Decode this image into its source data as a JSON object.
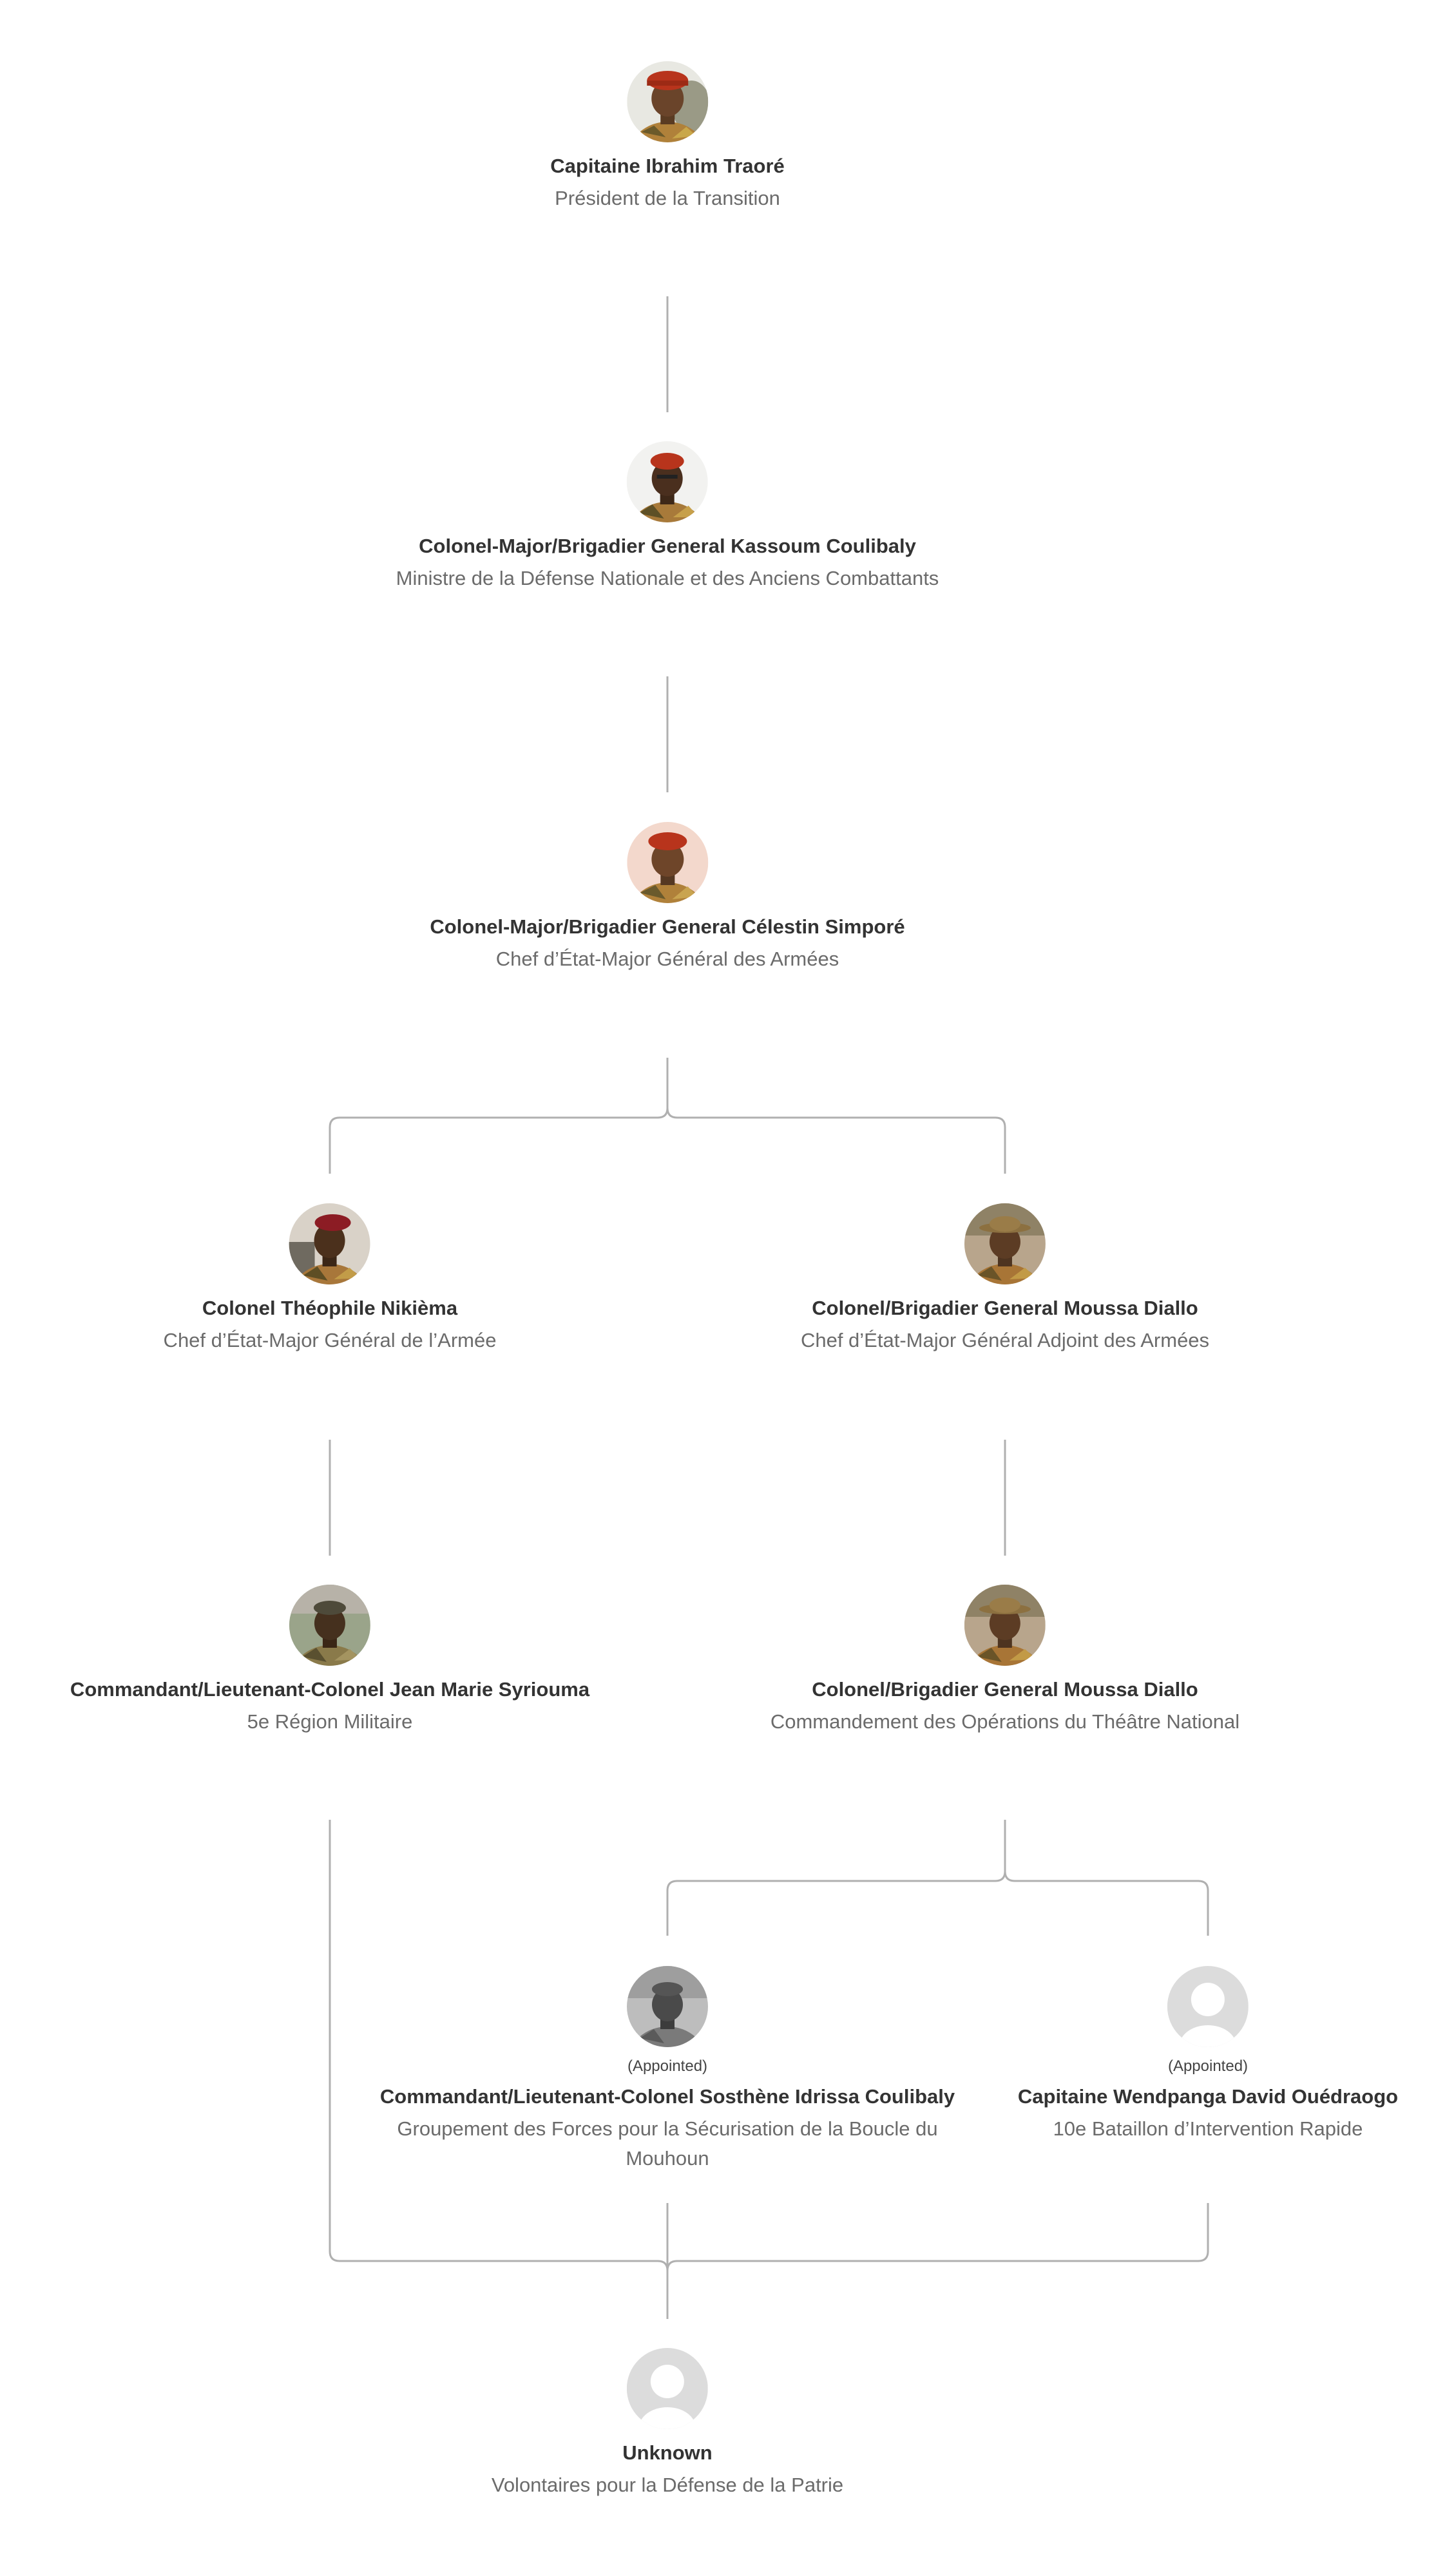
{
  "colors": {
    "connector": "#b0b0b0",
    "name_text": "#333333",
    "role_text": "#6b6b6b",
    "beret_red": "#b8341c",
    "beret_maroon": "#8c1c24",
    "uniform_camo": "#b0813a",
    "placeholder": "#dcdcdc"
  },
  "nodes": [
    {
      "id": "traore",
      "appointed": "",
      "name": "Capitaine Ibrahim Traoré",
      "role": "Président de la Transition",
      "avatar": "photo-beret-red"
    },
    {
      "id": "kassoum",
      "appointed": "",
      "name": "Colonel-Major/Brigadier General Kassoum Coulibaly",
      "role": "Ministre de la Défense Nationale et des Anciens Combattants",
      "avatar": "photo-beret-red"
    },
    {
      "id": "simpore",
      "appointed": "",
      "name": "Colonel-Major/Brigadier General Célestin Simporé",
      "role": "Chef d’État-Major Général des Armées",
      "avatar": "photo-beret-red"
    },
    {
      "id": "nikiema",
      "appointed": "",
      "name": "Colonel Théophile Nikièma",
      "role": "Chef d’État-Major Général de l’Armée",
      "avatar": "photo-beret-maroon"
    },
    {
      "id": "diallo1",
      "appointed": "",
      "name": "Colonel/Brigadier General Moussa Diallo",
      "role": "Chef d’État-Major Général Adjoint des Armées",
      "avatar": "photo-bush-hat"
    },
    {
      "id": "syriouma",
      "appointed": "",
      "name": "Commandant/Lieutenant-Colonel Jean Marie Syriouma",
      "role": "5e Région Militaire",
      "avatar": "photo-cap"
    },
    {
      "id": "diallo2",
      "appointed": "",
      "name": "Colonel/Brigadier General Moussa Diallo",
      "role": "Commandement des Opérations du Théâtre National",
      "avatar": "photo-bush-hat"
    },
    {
      "id": "sosthene",
      "appointed": "(Appointed)",
      "name": "Commandant/Lieutenant-Colonel Sosthène Idrissa Coulibaly",
      "role": "Groupement des Forces pour la Sécurisation de la Boucle du Mouhoun",
      "avatar": "photo-grayscale"
    },
    {
      "id": "wendpanga",
      "appointed": "(Appointed)",
      "name": "Capitaine Wendpanga David Ouédraogo",
      "role": "10e Bataillon d’Intervention Rapide",
      "avatar": "placeholder-person-icon"
    },
    {
      "id": "unknown",
      "appointed": "",
      "name": "Unknown",
      "role": "Volontaires pour la Défense de la Patrie",
      "avatar": "placeholder-person-icon"
    }
  ]
}
